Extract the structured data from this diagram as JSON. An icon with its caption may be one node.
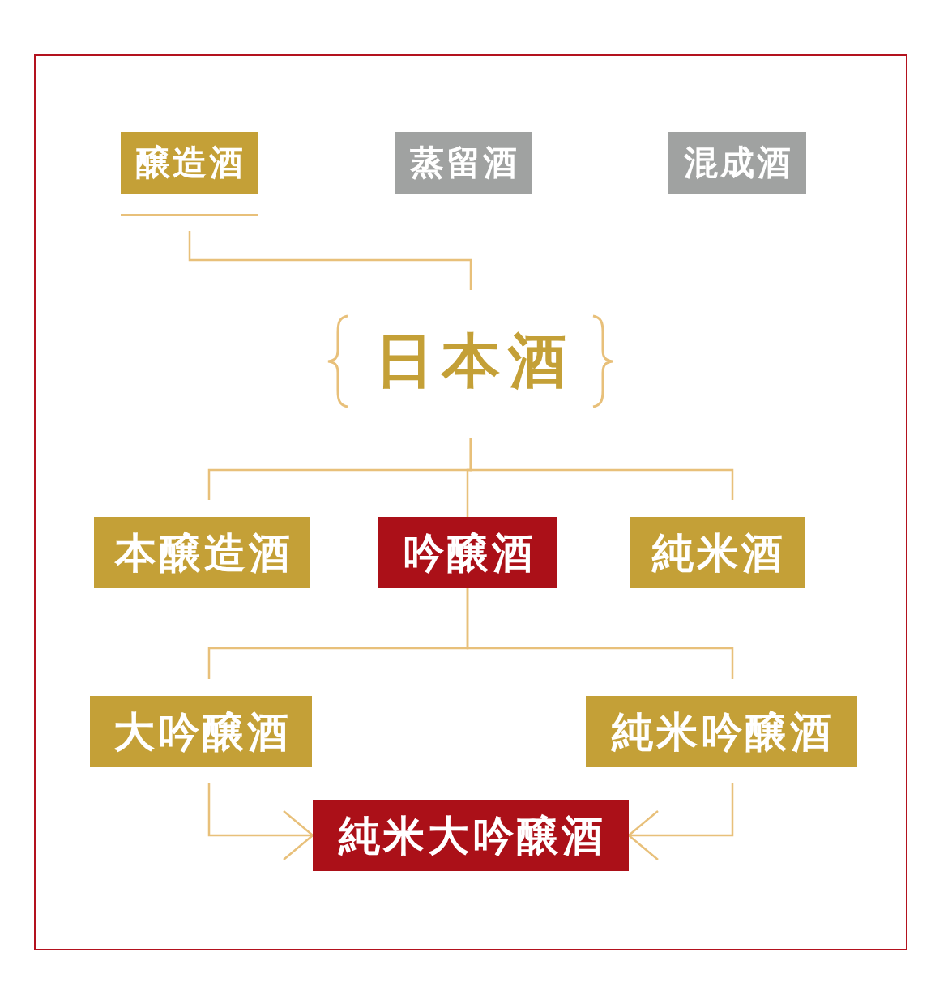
{
  "diagram": {
    "nodes": [
      {
        "text": [
          "醸造酒"
        ]
      },
      {
        "text": [
          "蒸留酒"
        ]
      },
      {
        "text": [
          "混成酒"
        ]
      },
      {
        "text": [
          "日本酒"
        ]
      },
      {
        "text": [
          "本醸造酒"
        ]
      },
      {
        "text": [
          "吟醸酒"
        ]
      },
      {
        "text": [
          "純米酒"
        ]
      },
      {
        "text": [
          "大吟醸酒"
        ]
      },
      {
        "text": [
          "純米吟醸酒"
        ]
      },
      {
        "text": [
          "純米大吟醸酒"
        ]
      }
    ],
    "edges": [
      {
        "from": 0,
        "to": 3,
        "arrow": "none"
      },
      {
        "from": 3,
        "to": 4,
        "arrow": "none"
      },
      {
        "from": 3,
        "to": 5,
        "arrow": "none"
      },
      {
        "from": 3,
        "to": 6,
        "arrow": "none"
      },
      {
        "from": 5,
        "to": 7,
        "arrow": "none"
      },
      {
        "from": 5,
        "to": 8,
        "arrow": "none"
      },
      {
        "from": 7,
        "to": 9,
        "arrow": "to"
      },
      {
        "from": 8,
        "to": 9,
        "arrow": "to"
      }
    ]
  }
}
